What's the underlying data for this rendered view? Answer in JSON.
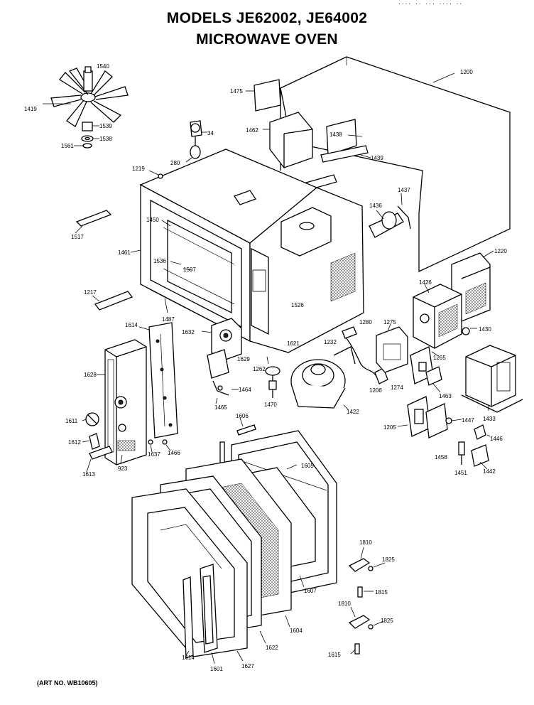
{
  "header": {
    "title_line1": "MODELS JE62002, JE64002",
    "title_line2": "MICROWAVE OVEN",
    "corner_text": "....  ..  ...  ....  .."
  },
  "footer": {
    "art_number": "(ART NO. WB10605)"
  },
  "callouts": {
    "c1540": "1540",
    "c1419": "1419",
    "c1539": "1539",
    "c1538": "1538",
    "c1561": "1561",
    "c1534": "34",
    "c280": "280",
    "c1475": "1475",
    "c1462": "1462",
    "c1200": "1200",
    "c1438": "1438",
    "c1439": "1439",
    "c1219": "1219",
    "c1437": "1437",
    "c1436": "1436",
    "c1517": "1517",
    "c1450": "1450",
    "c1461": "1461",
    "c1536": "1536",
    "c1507": "1507",
    "c1220": "1220",
    "c1217": "1217",
    "c1487": "1487",
    "c1426": "1426",
    "c1526": "1526",
    "c1430": "1430",
    "c1614": "1614",
    "c1632": "1632",
    "c1280": "1280",
    "c1275": "1275",
    "c1621": "1621",
    "c1232": "1232",
    "c1265": "1265",
    "c1629": "1629",
    "c1262": "1262",
    "c1206": "1206",
    "c1274": "1274",
    "c1463": "1463",
    "c1628": "1628",
    "c1464": "1464",
    "c1433": "1433",
    "c1465": "1465",
    "c1470": "1470",
    "c1422": "1422",
    "c1611": "1611",
    "c1606": "1606",
    "c1205": "1205",
    "c1447": "1447",
    "c1612": "1612",
    "c1637": "1637",
    "c1466": "1466",
    "c1446": "1446",
    "c1613": "1613",
    "c923": "923",
    "c1458": "1458",
    "c1451": "1451",
    "c1442": "1442",
    "c1605": "1605",
    "c1810a": "1810",
    "c1825a": "1825",
    "c1815a": "1815",
    "c1607": "1607",
    "c1810b": "1810",
    "c1825b": "1825",
    "c1604": "1604",
    "c1622": "1622",
    "c1615b": "1615",
    "c1614b": "1614",
    "c1601": "1601",
    "c1627": "1627"
  }
}
